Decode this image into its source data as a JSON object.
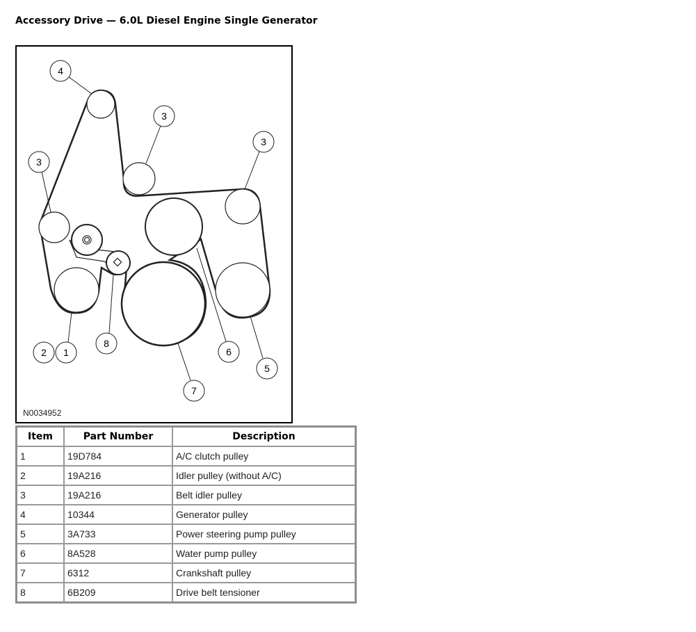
{
  "title": "Accessory Drive — 6.0L Diesel Engine Single Generator",
  "figure": {
    "id": "N0034952",
    "callouts": [
      "4",
      "3",
      "3",
      "3",
      "2",
      "1",
      "8",
      "6",
      "5",
      "7"
    ]
  },
  "table": {
    "headers": [
      "Item",
      "Part Number",
      "Description"
    ],
    "rows": [
      [
        "1",
        "19D784",
        "A/C clutch pulley"
      ],
      [
        "2",
        "19A216",
        "Idler pulley (without A/C)"
      ],
      [
        "3",
        "19A216",
        "Belt idler pulley"
      ],
      [
        "4",
        "10344",
        "Generator pulley"
      ],
      [
        "5",
        "3A733",
        "Power steering pump pulley"
      ],
      [
        "6",
        "8A528",
        "Water pump pulley"
      ],
      [
        "7",
        "6312",
        "Crankshaft pulley"
      ],
      [
        "8",
        "6B209",
        "Drive belt tensioner"
      ]
    ]
  }
}
